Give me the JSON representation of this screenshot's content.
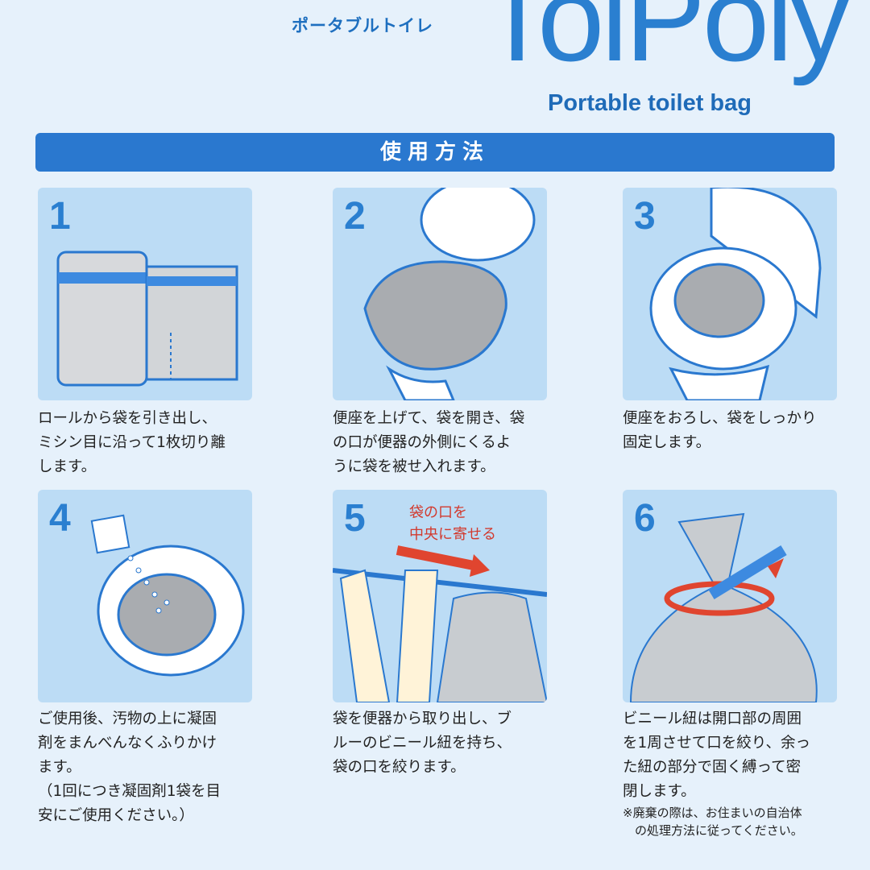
{
  "header": {
    "product_kana": "ポータブルトイレ",
    "logo": "ToiPoly",
    "subtitle": "Portable toilet bag"
  },
  "banner": {
    "title": "使用方法"
  },
  "colors": {
    "brand_blue": "#2a78cf",
    "panel_bg": "#bcdcf5",
    "arrow_red": "#e0452f"
  },
  "steps": [
    {
      "number": "1",
      "text": [
        "ロールから袋を引き出し、",
        "ミシン目に沿って1枚切り離",
        "します。"
      ]
    },
    {
      "number": "2",
      "text": [
        "便座を上げて、袋を開き、袋",
        "の口が便器の外側にくるよ",
        "うに袋を被せ入れます。"
      ]
    },
    {
      "number": "3",
      "text": [
        "便座をおろし、袋をしっかり",
        "固定します。"
      ]
    },
    {
      "number": "4",
      "text": [
        "ご使用後、汚物の上に凝固",
        "剤をまんべんなくふりかけ",
        "ます。",
        "（1回につき凝固剤1袋を目",
        "安にご使用ください。）"
      ]
    },
    {
      "number": "5",
      "text": [
        "袋を便器から取り出し、ブ",
        "ルーのビニール紐を持ち、",
        "袋の口を絞ります。"
      ],
      "callout": [
        "袋の口を",
        "中央に寄せる"
      ]
    },
    {
      "number": "6",
      "text": [
        "ビニール紐は開口部の周囲",
        "を1周させて口を絞り、余っ",
        "た紐の部分で固く縛って密",
        "閉します。"
      ],
      "note": [
        "※廃棄の際は、お住まいの自治体",
        "　の処理方法に従ってください。"
      ]
    }
  ]
}
